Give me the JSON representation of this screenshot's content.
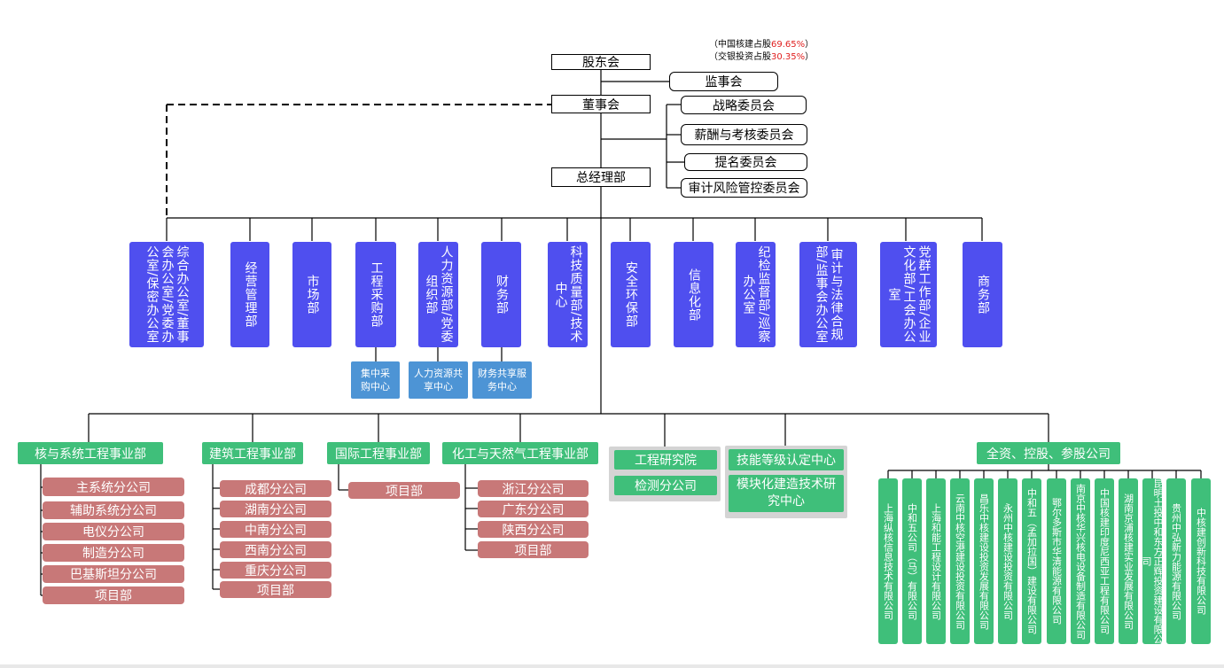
{
  "governance": {
    "shareholders": "股东会",
    "supervisors": "监事会",
    "board": "董事会",
    "gm": "总经理部",
    "committees": [
      "战略委员会",
      "薪酬与考核委员会",
      "提名委员会",
      "审计风险管控委员会"
    ]
  },
  "ownership_notes": [
    {
      "prefix": "（中国核建占股",
      "pct": "69.65%",
      "suffix": "）"
    },
    {
      "prefix": "（交银投资占股",
      "pct": "30.35%",
      "suffix": "）"
    }
  ],
  "departments": [
    "综合办公室/董事会办公室/党委办公室/保密办公室",
    "经营管理部",
    "市场部",
    "工程采购部",
    "人力资源部/党委组织部",
    "财务部",
    "科技质量部/技术中心",
    "安全环保部",
    "信息化部",
    "纪检监督部/巡察办公室",
    "审计与法律合规部/监事会办公室",
    "党群工作部/企业文化部/工会办公室",
    "商务部"
  ],
  "service_centers": [
    "集中采购中心",
    "人力资源共享中心",
    "财务共享服务中心"
  ],
  "divisions": {
    "nuclear": {
      "title": "核与系统工程事业部",
      "items": [
        "主系统分公司",
        "辅助系统分公司",
        "电仪分公司",
        "制造分公司",
        "巴基斯坦分公司",
        "项目部"
      ]
    },
    "building": {
      "title": "建筑工程事业部",
      "items": [
        "成都分公司",
        "湖南分公司",
        "中南分公司",
        "西南分公司",
        "重庆分公司",
        "项目部"
      ]
    },
    "international": {
      "title": "国际工程事业部",
      "items": [
        "项目部"
      ]
    },
    "chemical": {
      "title": "化工与天然气工程事业部",
      "items": [
        "浙江分公司",
        "广东分公司",
        "陕西分公司",
        "项目部"
      ]
    }
  },
  "research": {
    "items": [
      "工程研究院",
      "检测分公司"
    ]
  },
  "skills": {
    "items": [
      "技能等级认定中心",
      "模块化建造技术研究中心"
    ]
  },
  "subsidiaries": {
    "title": "全资、控股、参股公司",
    "items": [
      "上海纵核信息技术有限公司",
      "中和五公司（马）有限公司",
      "上海和能工程设计有限公司",
      "云南中核空港建设投资有限公司",
      "昌乐中核建设投资发展有限公司",
      "永州中核建设投资有限公司",
      "中和五（孟加拉国）建设有限公司",
      "鄂尔多斯市华清能源有限公司",
      "南京中核华兴核电设备制造有限公司",
      "中国核建印度尼西亚工程有限公司",
      "湖南京浦核建实业发展有限公司",
      "昆明土投中和东方正辉投资建设有限公司",
      "贵州中弘新力能源有限公司",
      "中核建创新科技有限公司"
    ]
  },
  "colors": {
    "department": "#4f4fef",
    "service": "#4d94d5",
    "green": "#3fbf7a",
    "branch": "#c87878",
    "percent": "#e02020"
  }
}
